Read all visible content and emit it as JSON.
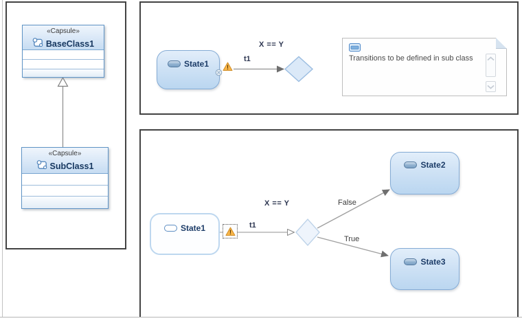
{
  "colors": {
    "panel_border": "#424242",
    "state_border": "#84abd5",
    "state_fill_top": "#e2eefa",
    "state_fill_bottom": "#bad6f0",
    "class_border": "#5e93c5",
    "connector_gray": "#a0a0a0",
    "warning_orange": "#f9b64a",
    "name_text": "#1c3c68"
  },
  "left_panel": {
    "base_class": {
      "stereotype": "«Capsule»",
      "name": "BaseClass1"
    },
    "sub_class": {
      "stereotype": "«Capsule»",
      "name": "SubClass1"
    }
  },
  "top_diagram": {
    "state1": "State1",
    "transition": "t1",
    "guard": "X == Y",
    "note_text": "Transitions to be defined in sub class"
  },
  "bottom_diagram": {
    "state1": "State1",
    "state2": "State2",
    "state3": "State3",
    "transition": "t1",
    "guard": "X == Y",
    "branch_false": "False",
    "branch_true": "True"
  }
}
